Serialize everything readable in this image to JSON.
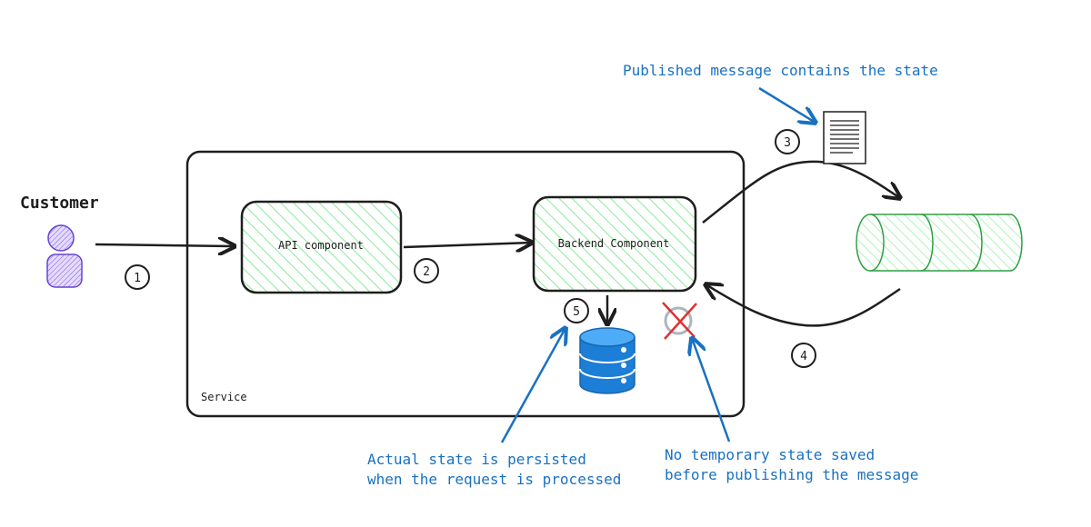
{
  "customer": {
    "label": "Customer"
  },
  "service": {
    "label": "Service"
  },
  "api_component": {
    "label": "API component"
  },
  "backend_component": {
    "label": "Backend Component"
  },
  "steps": [
    "1",
    "2",
    "3",
    "4",
    "5"
  ],
  "annotations": {
    "published_message": "Published message contains the state",
    "persisted_line1": "Actual state is persisted",
    "persisted_line2": "when the request is processed",
    "no_temp_line1": "No temporary state saved",
    "no_temp_line2": "before publishing the message"
  },
  "colors": {
    "stroke": "#1e1e1e",
    "accent_blue": "#1971c2",
    "hatch_green": "#b2f2bb",
    "queue_green": "#2f9e44",
    "customer_purple": "#6741d9",
    "db_blue": "#1c7ed6",
    "cross_red": "#e03131"
  },
  "icons": {
    "customer": "person-icon",
    "database": "database-icon",
    "document": "document-icon",
    "queue": "message-queue-icon",
    "no_state": "prohibited-icon"
  }
}
